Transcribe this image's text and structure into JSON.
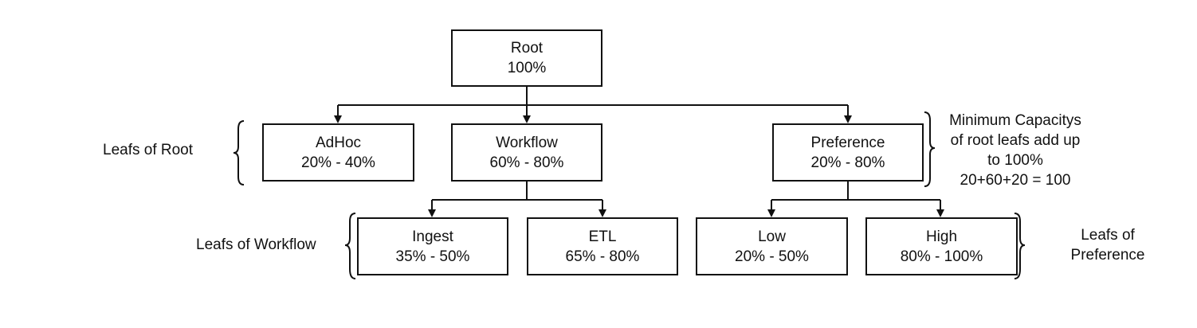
{
  "nodes": {
    "root": {
      "name": "Root",
      "value": "100%"
    },
    "adhoc": {
      "name": "AdHoc",
      "value": "20% - 40%"
    },
    "workflow": {
      "name": "Workflow",
      "value": "60% - 80%"
    },
    "preference": {
      "name": "Preference",
      "value": "20% - 80%"
    },
    "ingest": {
      "name": "Ingest",
      "value": "35% - 50%"
    },
    "etl": {
      "name": "ETL",
      "value": "65% - 80%"
    },
    "low": {
      "name": "Low",
      "value": "20% - 50%"
    },
    "high": {
      "name": "High",
      "value": "80% - 100%"
    }
  },
  "annotations": {
    "leafs_of_root": "Leafs of Root",
    "leafs_of_workflow": "Leafs of Workflow",
    "leafs_of_preference": [
      "Leafs of",
      "Preference"
    ],
    "min_capacity_note": [
      "Minimum Capacitys",
      "of root leafs add up",
      "to 100%",
      "20+60+20 = 100"
    ]
  }
}
